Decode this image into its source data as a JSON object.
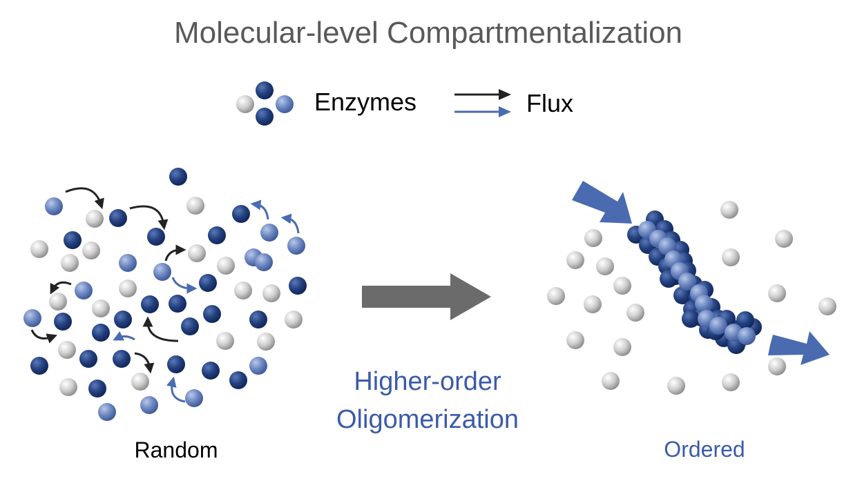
{
  "title": "Molecular-level Compartmentalization",
  "legend": {
    "enzymes_label": "Enzymes",
    "flux_label": "Flux"
  },
  "process_label": {
    "line1": "Higher-order",
    "line2": "Oligomerization"
  },
  "left_label": "Random",
  "right_label": "Ordered",
  "colors": {
    "title": "#595959",
    "text": "#000000",
    "accent_blue": "#3b5ba9",
    "dark_enzyme": "#23407e",
    "medium_enzyme": "#6b86c0",
    "grey_enzyme": "#c9c9c9",
    "big_arrow": "#6b6b6b",
    "flux_blue": "#4a6bb0",
    "flux_black": "#222222"
  }
}
